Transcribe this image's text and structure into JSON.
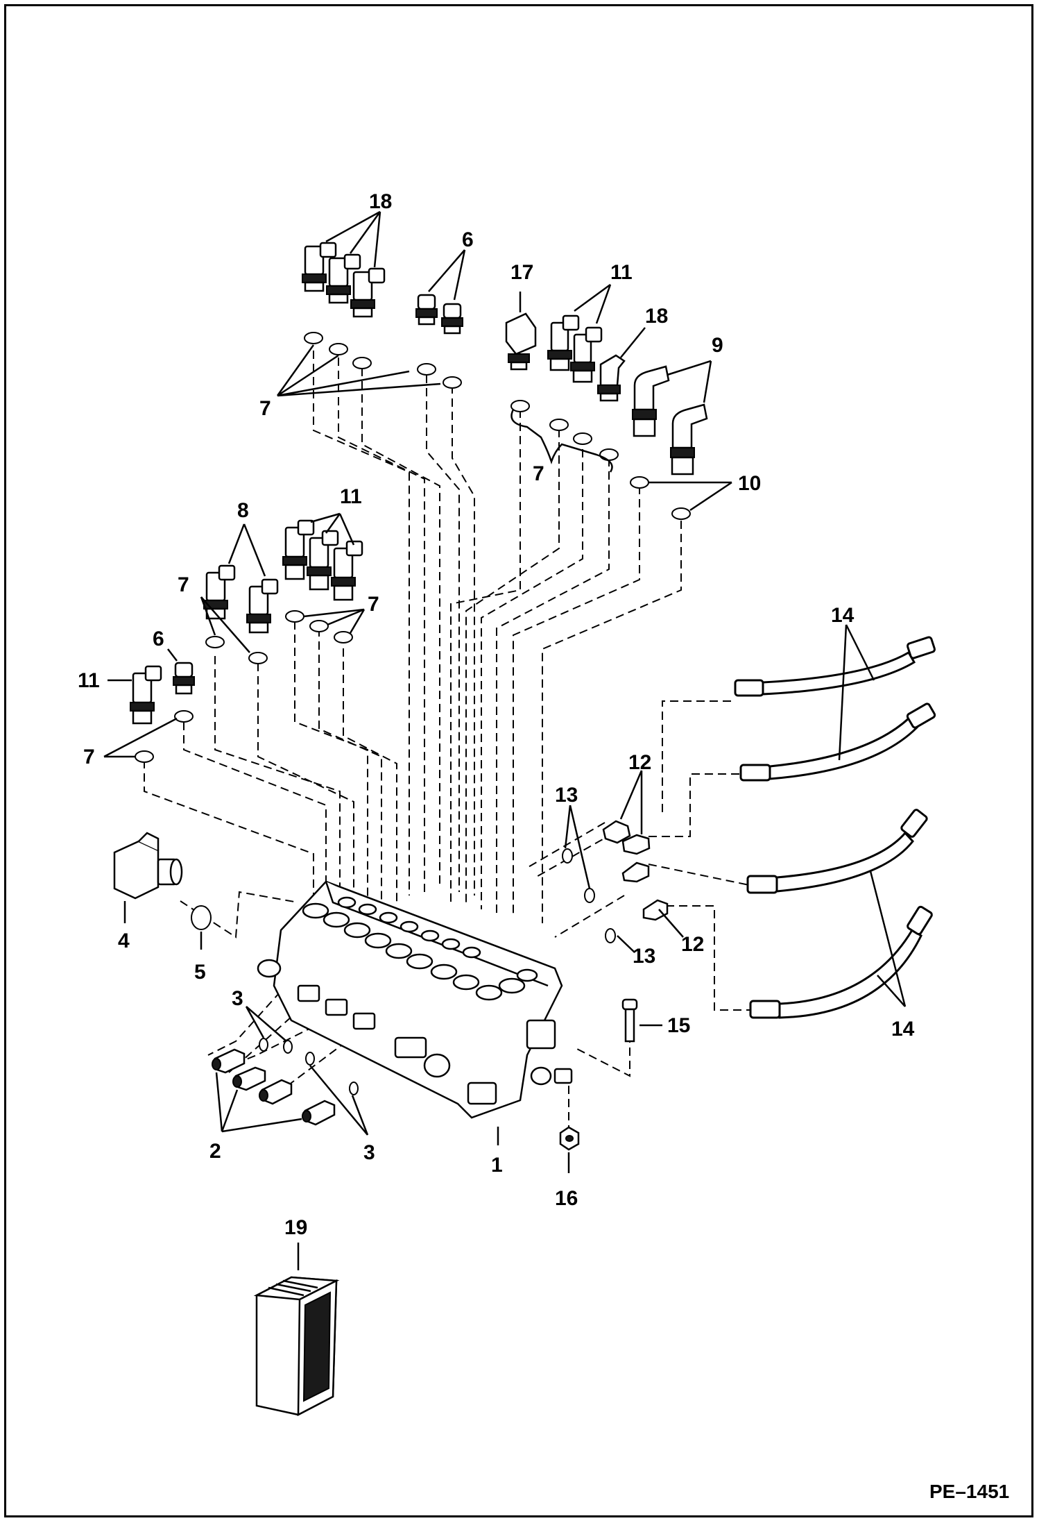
{
  "figure_code": "PE–1451",
  "callouts": {
    "c1": "1",
    "c2": "2",
    "c3a": "3",
    "c3b": "3",
    "c4": "4",
    "c5": "5",
    "c6a": "6",
    "c6b": "6",
    "c7a": "7",
    "c7b": "7",
    "c7c": "7",
    "c7d": "7",
    "c7e": "7",
    "c8": "8",
    "c9": "9",
    "c10": "10",
    "c11a": "11",
    "c11b": "11",
    "c11c": "11",
    "c12a": "12",
    "c12b": "12",
    "c13a": "13",
    "c13b": "13",
    "c14a": "14",
    "c14b": "14",
    "c15": "15",
    "c16": "16",
    "c17": "17",
    "c18a": "18",
    "c18b": "18",
    "c19": "19"
  }
}
